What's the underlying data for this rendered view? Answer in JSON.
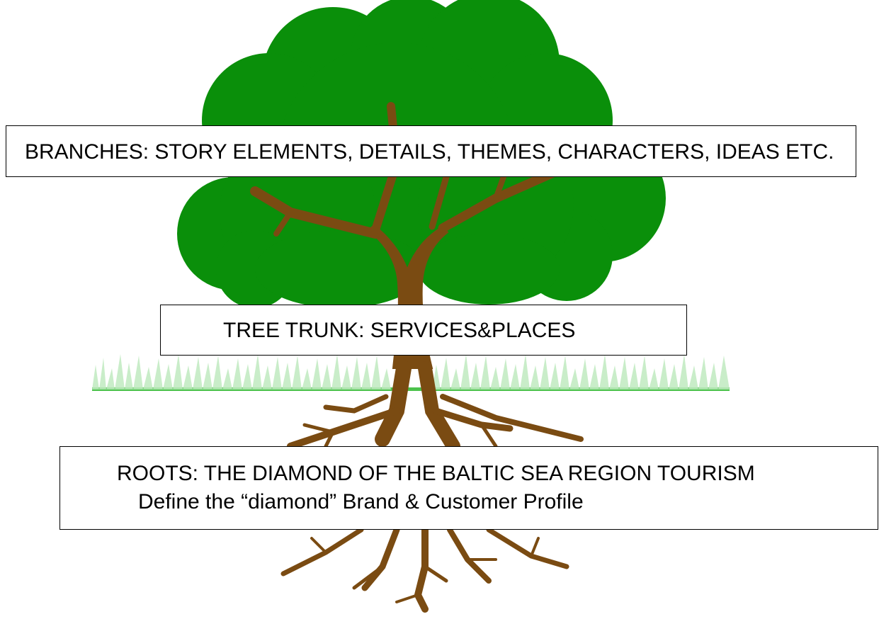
{
  "diagram": {
    "colors": {
      "foliage": "#0a8f0a",
      "trunk": "#7a4b12",
      "grass": "#4cc24c",
      "box_border": "#000000"
    },
    "labels": {
      "branches": "BRANCHES: STORY ELEMENTS, DETAILS, THEMES, CHARACTERS, IDEAS ETC.",
      "trunk": "TREE TRUNK: SERVICES&PLACES",
      "roots_line1": "ROOTS:  THE DIAMOND OF THE BALTIC SEA REGION TOURISM",
      "roots_line2": "Define the “diamond”   Brand & Customer Profile"
    }
  }
}
